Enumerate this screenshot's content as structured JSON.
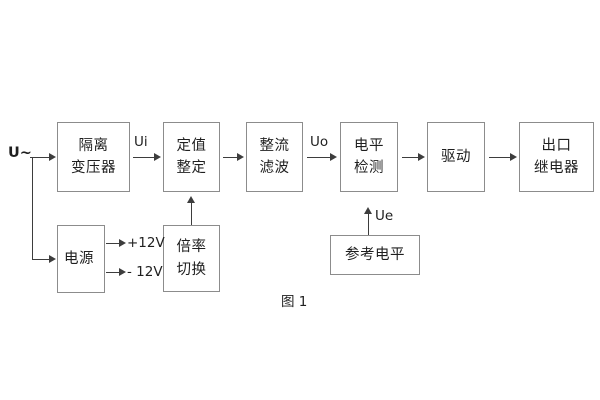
{
  "diagram": {
    "caption": "图 1",
    "input_label": "U~",
    "blocks": [
      {
        "id": "isolation-transformer",
        "line1": "隔离",
        "line2": "变压器"
      },
      {
        "id": "setting-value",
        "line1": "定值",
        "line2": "整定"
      },
      {
        "id": "rectify-filter",
        "line1": "整流",
        "line2": "滤波"
      },
      {
        "id": "level-detection",
        "line1": "电平",
        "line2": "检测"
      },
      {
        "id": "drive",
        "line1": "驱动",
        "line2": ""
      },
      {
        "id": "output-relay",
        "line1": "出口",
        "line2": "继电器"
      },
      {
        "id": "power-supply",
        "line1": "电源",
        "line2": ""
      },
      {
        "id": "multiplier-switch",
        "line1": "倍率",
        "line2": "切换"
      },
      {
        "id": "reference-level",
        "line1": "参考电平",
        "line2": ""
      }
    ],
    "signals": {
      "ui": "Ui",
      "uo": "Uo",
      "ue": "Ue",
      "pos12v": "+12V",
      "neg12v": "- 12V"
    },
    "colors": {
      "box_border": "#8c8c8c",
      "line": "#3d3d3d",
      "text": "#1f1f1f",
      "background": "#ffffff"
    }
  }
}
